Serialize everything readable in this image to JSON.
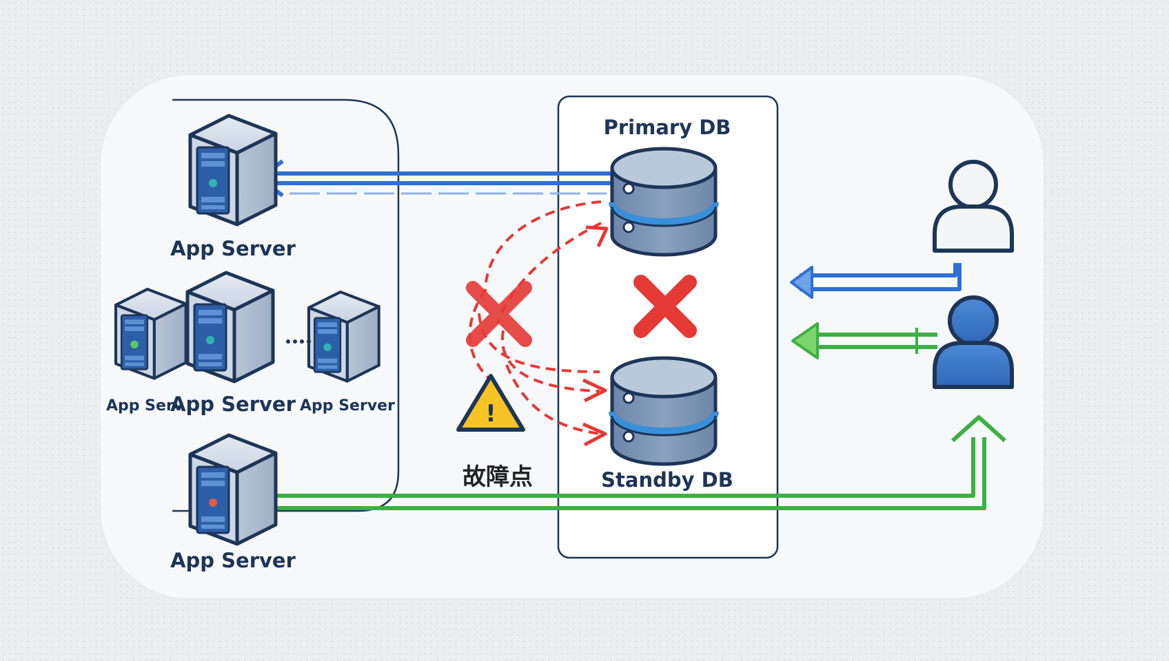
{
  "labels": {
    "primary_db": "Primary DB",
    "standby_db": "Standby DB",
    "failure_point": "故障点",
    "app_server_top": "App Server",
    "app_server_middle": "App Server",
    "app_server_left_small": "App Serv",
    "app_server_right_small": "App Server",
    "app_server_bottom": "App Server",
    "warning_mark": "!"
  },
  "icons": {
    "server": "server-icon",
    "database": "database-icon",
    "user": "user-icon",
    "warning": "warning-icon",
    "failure": "failure-x-icon"
  },
  "colors": {
    "blue_flow": "#2f6fd6",
    "green_flow": "#3cb043",
    "red_failure": "#e53935",
    "warning_yellow": "#f6c324",
    "db_body": "#7b93b3",
    "db_band": "#3a8fd9",
    "server_front": "#c7d3e3",
    "outline": "#1d3557",
    "user_white": "#f4f5f7",
    "user_blue": "#3f7fcf"
  }
}
